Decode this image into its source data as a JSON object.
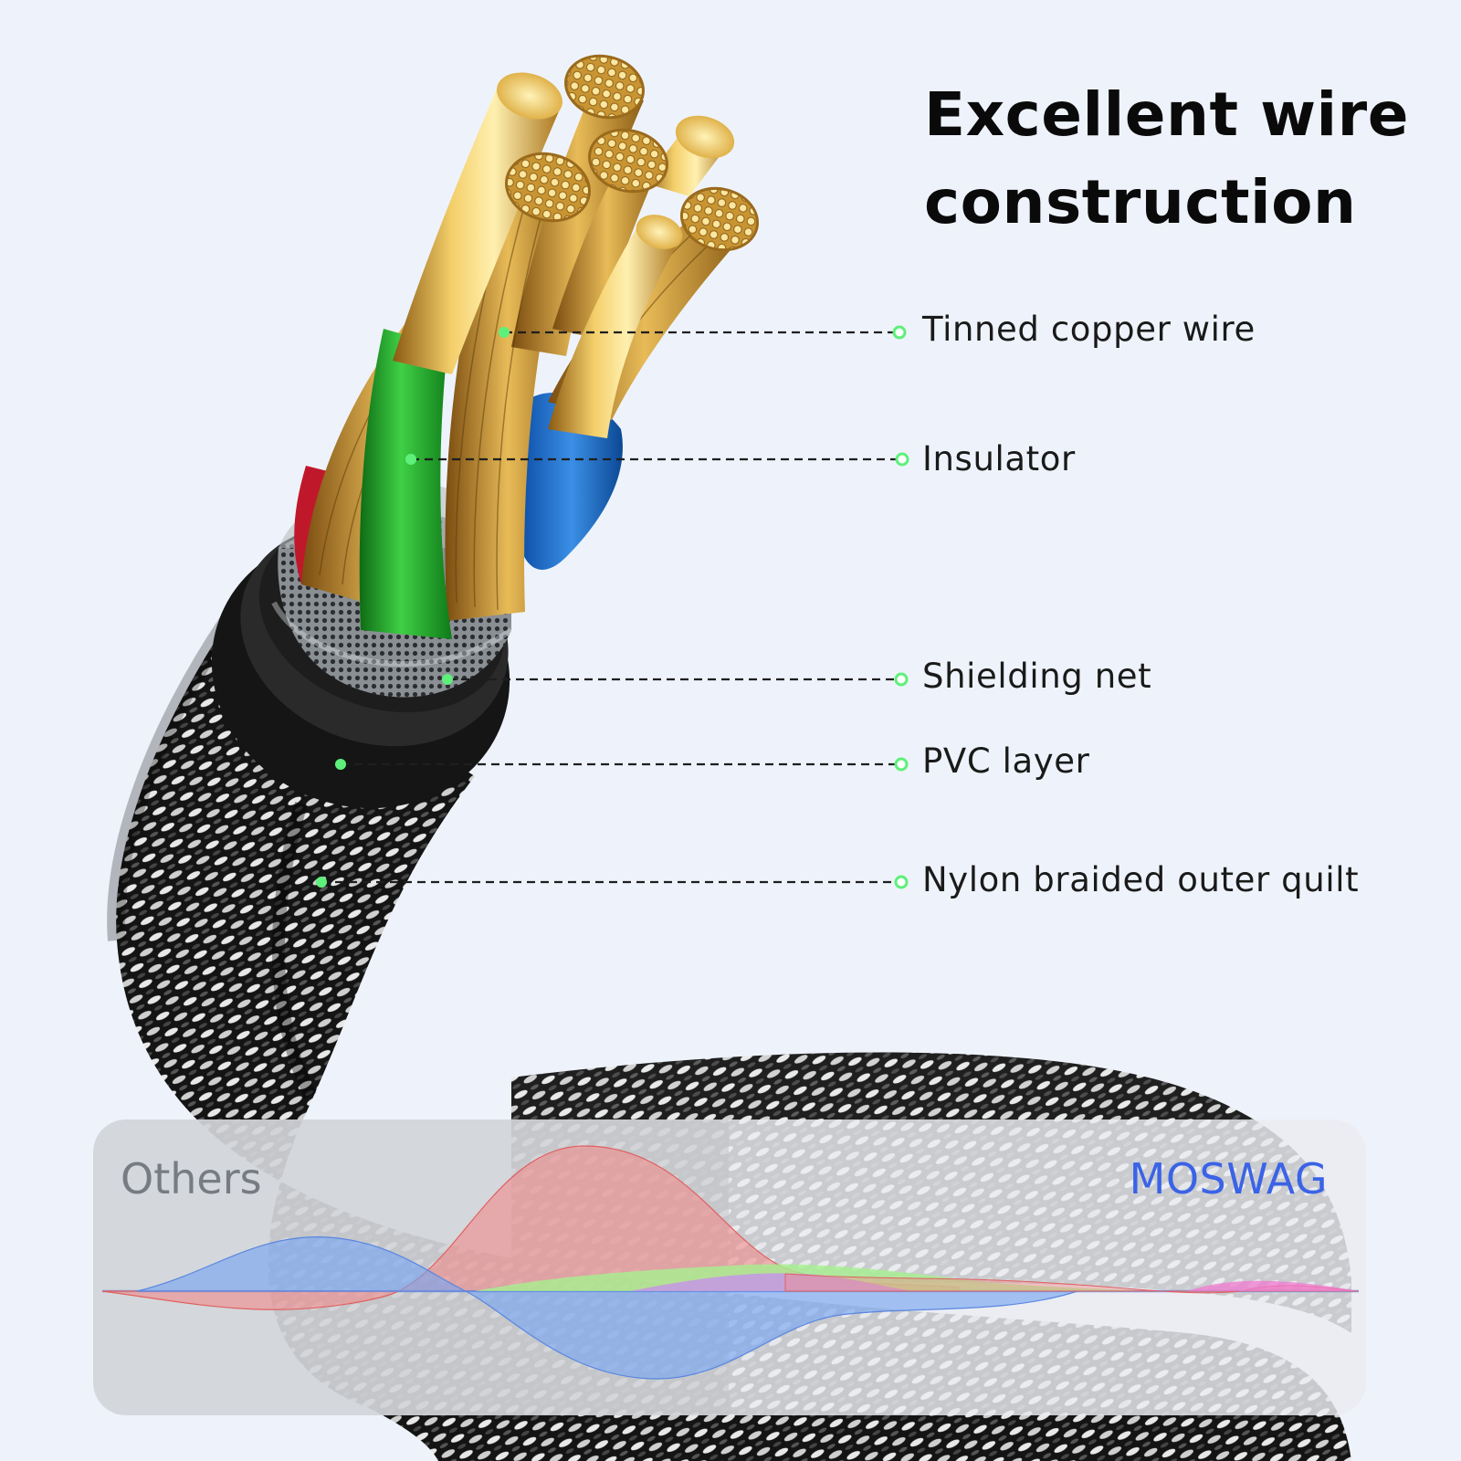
{
  "headline": {
    "line1": "Excellent wire",
    "line2": "construction"
  },
  "callouts": [
    {
      "label": "Tinned copper wire"
    },
    {
      "label": "Insulator"
    },
    {
      "label": "Shielding net"
    },
    {
      "label": "PVC layer"
    },
    {
      "label": "Nylon braided outer quilt"
    }
  ],
  "comparison": {
    "left_label": "Others",
    "right_label": "MOSWAG"
  },
  "colors": {
    "background": "#eef3fb",
    "callout_dot": "#5ef07a",
    "brand": "#3b63e6",
    "others": "#777b82",
    "wave_red": "#f08a8a",
    "wave_blue": "#7aa6f0",
    "wave_green": "#a6f08e",
    "wave_purple": "#c88cf0",
    "wave_pink": "#f07ad0"
  }
}
